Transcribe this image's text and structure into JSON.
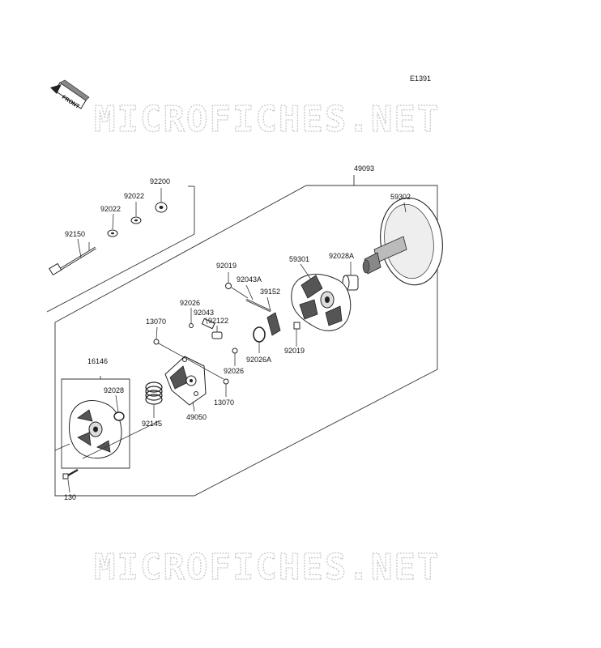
{
  "diagram_code": "E1391",
  "front_arrow_label": "FRONT",
  "watermark": "MICROFICHES.NET",
  "part_labels": {
    "p49093": "49093",
    "p59302": "59302",
    "p92200": "92200",
    "p92022a": "92022",
    "p92022b": "92022",
    "p92150": "92150",
    "p92019a": "92019",
    "p59301": "59301",
    "p92028A": "92028A",
    "p92043A": "92043A",
    "p39152": "39152",
    "p92026a": "92026",
    "p92043": "92043",
    "p92122": "92122",
    "p13070a": "13070",
    "p92026A": "92026A",
    "p92019b": "92019",
    "p92026b": "92026",
    "p16146": "16146",
    "p92028": "92028",
    "p13070b": "13070",
    "p92145": "92145",
    "p49050": "49050",
    "p130": "130"
  }
}
